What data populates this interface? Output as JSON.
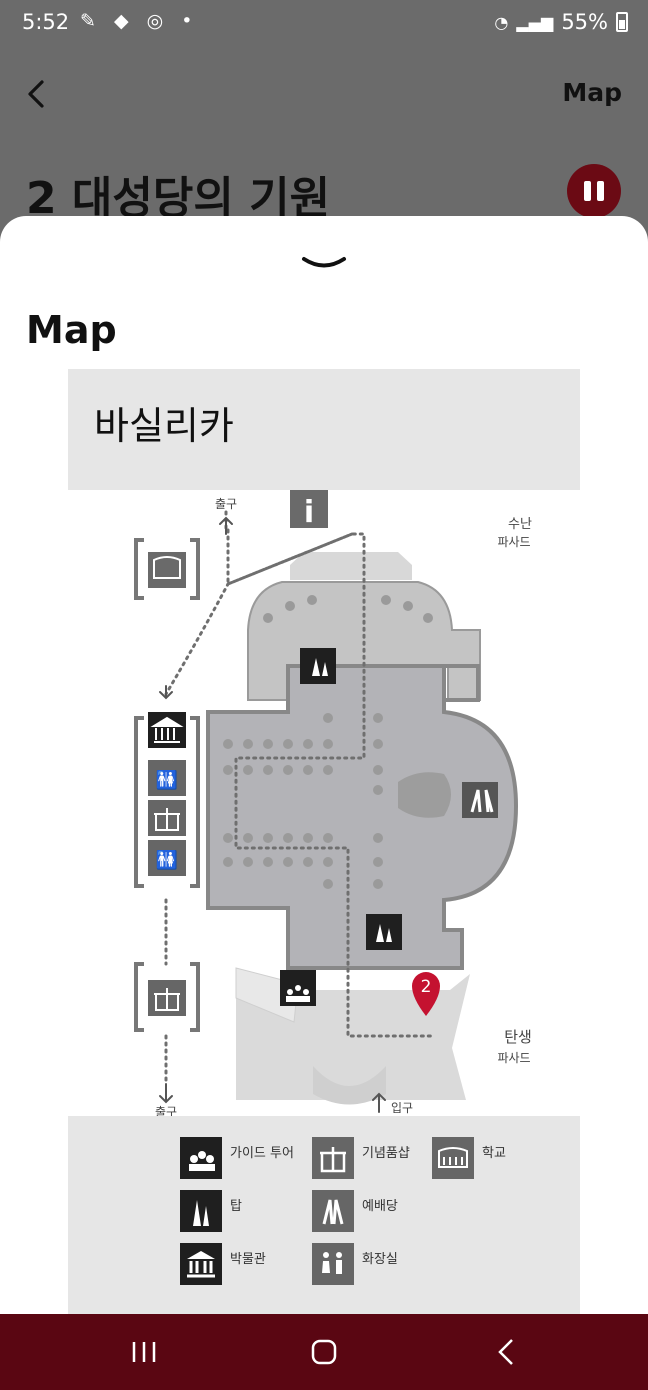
{
  "status_bar": {
    "time": "5:52",
    "battery": "55%"
  },
  "app_bar": {
    "map_link": "Map"
  },
  "page": {
    "title": "2 대성당의 기원"
  },
  "sheet": {
    "title": "Map"
  },
  "map": {
    "name": "바실리카",
    "labels": {
      "exit_top": "출구",
      "passion_line1": "수난",
      "passion_line2": "파사드",
      "nativity_line1": "탄생",
      "nativity_line2": "파사드",
      "exit_bottom": "출구",
      "entrance": "입구",
      "marker_number": "2"
    }
  },
  "legend": [
    {
      "icon": "guided-tour-icon",
      "label": "가이드 투어"
    },
    {
      "icon": "gift-icon",
      "label": "기념품샵"
    },
    {
      "icon": "school-icon",
      "label": "학교"
    },
    {
      "icon": "tower-icon",
      "label": "탑"
    },
    {
      "icon": "chapel-icon",
      "label": "예배당"
    },
    {
      "icon": "museum-icon",
      "label": "박물관"
    },
    {
      "icon": "restroom-icon",
      "label": "화장실"
    }
  ],
  "colors": {
    "accent": "#c41230",
    "nav_bar": "#5a0612",
    "pause": "#6b0a14"
  }
}
